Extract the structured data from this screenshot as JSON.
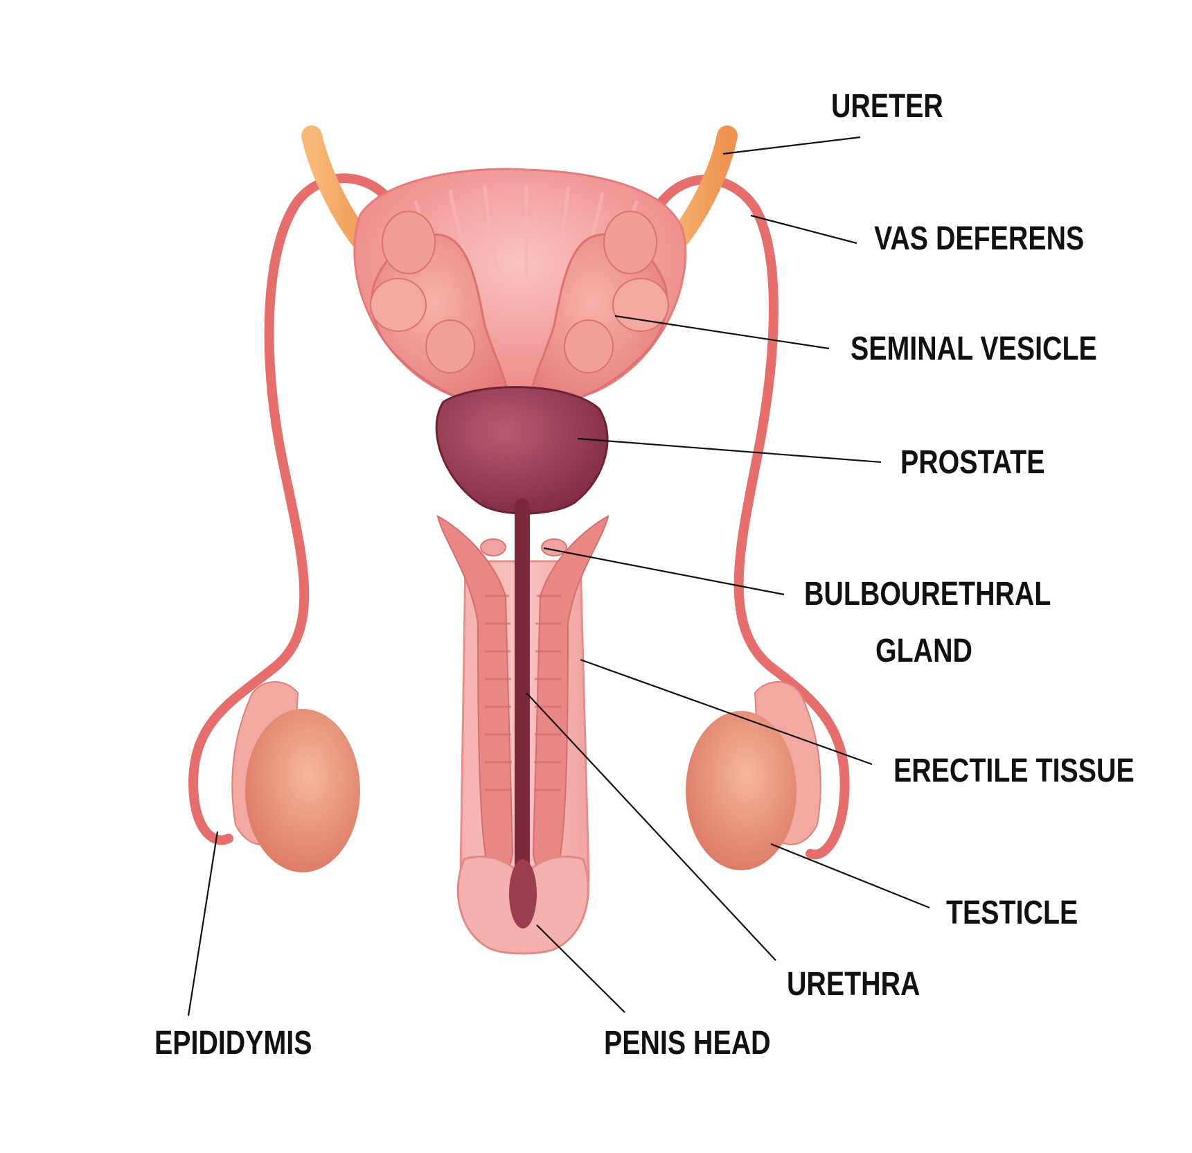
{
  "labels": {
    "ureter": "URETER",
    "vas_deferens": "VAS DEFERENS",
    "seminal_vesicle": "SEMINAL VESICLE",
    "prostate": "PROSTATE",
    "bulbourethral_line1": "BULBOURETHRAL",
    "bulbourethral_line2": "GLAND",
    "erectile_tissue": "ERECTILE TISSUE",
    "testicle": "TESTICLE",
    "urethra": "URETHRA",
    "epididymis": "EPIDIDYMIS",
    "penis_head": "PENIS HEAD"
  },
  "colors": {
    "background": "#ffffff",
    "tube": "#e8706f",
    "ureter": "#f2a35e",
    "bladder": "#f29393",
    "vesicle": "#ee8a86",
    "prostate": "#9b3a55",
    "urethra_dark": "#7a2a3a",
    "erectile": "#f2a0a0",
    "testicle": "#e98a70",
    "text": "#111111"
  }
}
